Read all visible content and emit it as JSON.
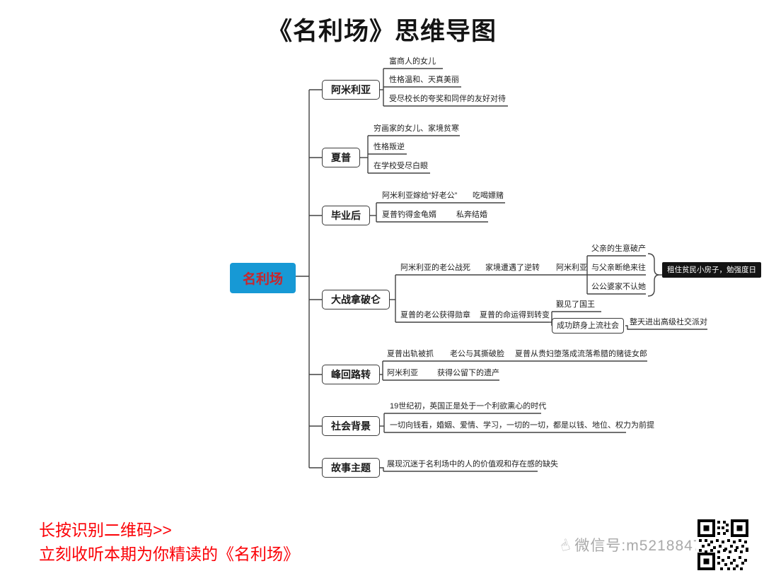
{
  "title": "《名利场》思维导图",
  "root": "名利场",
  "branches": {
    "amelia": {
      "label": "阿米利亚",
      "leaves": [
        "富商人的女儿",
        "性格温和、天真美丽",
        "受尽校长的夸奖和同伴的友好对待"
      ]
    },
    "sharp": {
      "label": "夏普",
      "leaves": [
        "穷画家的女儿、家境贫寒",
        "性格叛逆",
        "在学校受尽白眼"
      ]
    },
    "graduate": {
      "label": "毕业后",
      "row1": [
        "阿米利亚嫁给“好老公”",
        "吃喝嫖赌"
      ],
      "row2": [
        "夏普钓得金龟婿",
        "私奔结婚"
      ]
    },
    "war": {
      "label": "大战拿破仑",
      "rowA": [
        "阿米利亚的老公战死",
        "家境遭遇了逆转",
        "阿米利亚"
      ],
      "rowA_sub": [
        "父亲的生意破产",
        "与父亲断绝来往",
        "公公婆家不认她"
      ],
      "rowA_result": "租住贫民小房子，勉强度日",
      "rowB": [
        "夏普的老公获得勋章",
        "夏普的命运得到转变"
      ],
      "rowB_top": "觐见了国王",
      "rowB_boxed": "成功跻身上流社会",
      "rowB_tail": "整天进出高级社交派对"
    },
    "twist": {
      "label": "峰回路转",
      "row1": [
        "夏普出轨被抓",
        "老公与其撕破脸",
        "夏普从贵妇堕落成流落希腊的赌徒女郎"
      ],
      "row2": [
        "阿米利亚",
        "获得公留下的遗产"
      ]
    },
    "society": {
      "label": "社会背景",
      "leaves": [
        "19世纪初，英国正是处于一个利欲熏心的时代",
        "一切向钱看，婚姻、爱情、学习，一切的一切，都是以钱、地位、权力为前提"
      ]
    },
    "theme": {
      "label": "故事主题",
      "leaves": [
        "展现沉迷于名利场中的人的价值观和存在感的缺失"
      ]
    }
  },
  "footer": {
    "cta_line1": "长按识别二维码>>",
    "cta_line2": "立刻收听本期为你精读的《名利场》",
    "wechat_label": "微信号:m5218847",
    "hand_icon": "☝"
  },
  "colors": {
    "root_bg": "#1799d5",
    "root_text": "#c9252b",
    "accent_red": "#fb0006",
    "line": "#424242",
    "result_bg": "#141414"
  }
}
